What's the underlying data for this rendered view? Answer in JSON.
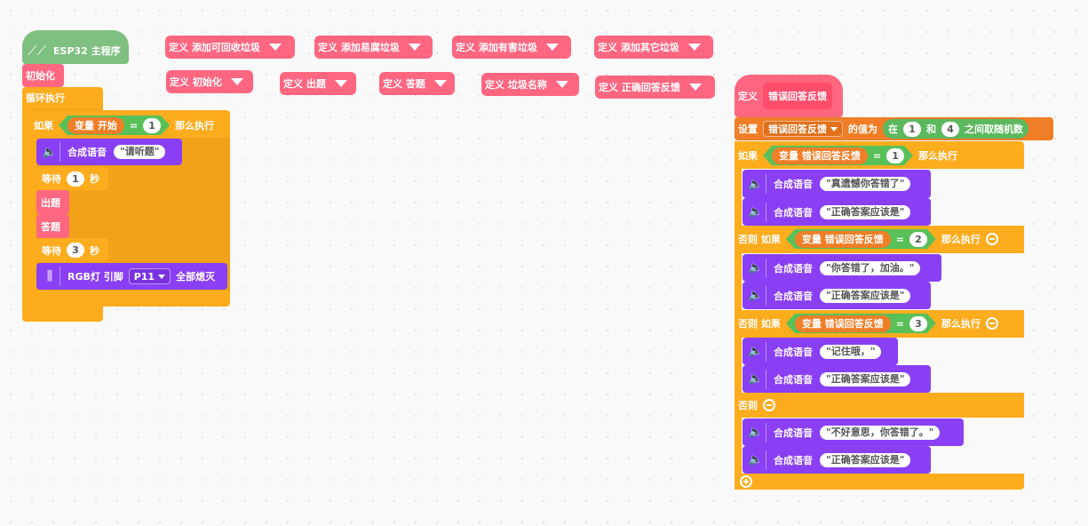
{
  "main": {
    "hat_label": "ESP32 主程序",
    "init_label": "初始化",
    "loop_label": "循环执行",
    "if_label": "如果",
    "var_label": "变量 开始",
    "eq_op": "=",
    "num1": "1",
    "then_label": "那么执行",
    "speak_label": "合成语音",
    "speak_text": "\"请听题\"",
    "wait_label": "等待",
    "wait1": "1",
    "sec_label": "秒",
    "question_label": "出题",
    "answer_label": "答题",
    "wait2": "3",
    "rgb_label": "RGB灯 引脚",
    "pin_value": "P11",
    "all_off_label": "全部熄灭"
  },
  "defines": {
    "d1": "定义 添加可回收垃圾",
    "d2": "定义 添加易腐垃圾",
    "d3": "定义 添加有害垃圾",
    "d4": "定义 添加其它垃圾",
    "d5": "定义 初始化",
    "d6": "定义 出题",
    "d7": "定义 答题",
    "d8": "定义 垃圾名称",
    "d9": "定义 正确回答反馈"
  },
  "wrong": {
    "def_label": "定义",
    "def_name": "错误回答反馈",
    "set_label": "设置",
    "set_var": "错误回答反馈",
    "value_label": "的值为",
    "rand_in": "在",
    "rand_min": "1",
    "rand_and": "和",
    "rand_max": "4",
    "rand_label": "之间取随机数",
    "if_label": "如果",
    "var_label": "变量 错误回答反馈",
    "eq_op": "=",
    "n1": "1",
    "n2": "2",
    "n3": "3",
    "then_label": "那么执行",
    "elseif_label": "否则 如果",
    "else_label": "否则",
    "speak_label": "合成语音",
    "t1": "\"真遗憾你答错了\"",
    "t_correct": "\"正确答案应该是\"",
    "t2": "\"你答错了，加油。\"",
    "t3": "\"记住哦，\"",
    "t4": "\"不好意思，你答错了。\""
  },
  "colors": {
    "control": "#fdac1e",
    "function": "#ff6680",
    "speech": "#8a3ff5",
    "operator": "#59c059",
    "variable": "#ef7e27",
    "hat": "#7ec07f"
  }
}
